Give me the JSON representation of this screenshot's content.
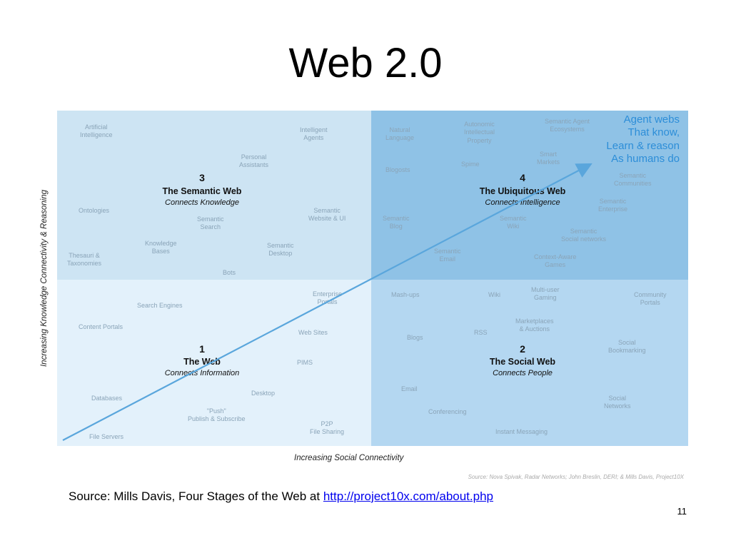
{
  "slide": {
    "title": "Web 2.0",
    "page_number": "11",
    "source_text": "Source: Mills Davis, Four Stages of the Web at ",
    "source_link": "http://project10x.com/about.php",
    "credit": "Source: Nova Spivak, Radar Networks; John Breslin, DERI; & Mills Davis, Project10X"
  },
  "axes": {
    "y_label": "Increasing Knowledge Connectivity & Reasoning",
    "x_label": "Increasing Social Connectivity"
  },
  "quadrants": {
    "q3": {
      "number": "3",
      "name": "The Semantic Web",
      "sub": "Connects Knowledge"
    },
    "q4": {
      "number": "4",
      "name": "The Ubiquitous Web",
      "sub": "Connects Intelligence"
    },
    "q1": {
      "number": "1",
      "name": "The Web",
      "sub": "Connects Information"
    },
    "q2": {
      "number": "2",
      "name": "The Social Web",
      "sub": "Connects People"
    }
  },
  "agent_text": [
    "Agent webs",
    "That know,",
    "Learn & reason",
    "As humans do"
  ],
  "items": {
    "artificial_intelligence": "Artificial\nIntelligence",
    "intelligent_agents": "Intelligent\nAgents",
    "personal_assistants": "Personal\nAssistants",
    "ontologies": "Ontologies",
    "semantic_search": "Semantic\nSearch",
    "semantic_website_ui": "Semantic\nWebsite & UI",
    "knowledge_bases": "Knowledge\nBases",
    "semantic_desktop": "Semantic\nDesktop",
    "thesauri_taxonomies": "Thesauri &\nTaxonomies",
    "bots": "Bots",
    "natural_language": "Natural\nLanguage",
    "autonomic_ip": "Autonomic\nIntellectual\nProperty",
    "semantic_agent_ecosystems": "Semantic Agent\nEcosystems",
    "smart_markets": "Smart\nMarkets",
    "blogosts": "Blogosts",
    "spime": "Spime",
    "semantic_communities": "Semantic\nCommunities",
    "semantic_enterprise": "Semantic\nEnterprise",
    "semantic_blog": "Semantic\nBlog",
    "semantic_wiki": "Semantic\nWiki",
    "semantic_social_networks": "Semantic\nSocial networks",
    "semantic_email": "Semantic\nEmail",
    "context_aware_games": "Context-Aware\nGames",
    "enterprise_portals": "Enterprise\nPortals",
    "search_engines": "Search Engines",
    "content_portals": "Content Portals",
    "web_sites": "Web Sites",
    "pims": "PIMS",
    "databases": "Databases",
    "desktop": "Desktop",
    "push_publish": "\"Push\"\nPublish & Subscribe",
    "p2p_file_sharing": "P2P\nFile Sharing",
    "file_servers": "File Servers",
    "mash_ups": "Mash-ups",
    "wiki": "Wiki",
    "multi_user_gaming": "Multi-user\nGaming",
    "community_portals": "Community\nPortals",
    "marketplaces_auctions": "Marketplaces\n& Auctions",
    "blogs": "Blogs",
    "rss": "RSS",
    "social_bookmarking": "Social\nBookmarking",
    "email": "Email",
    "conferencing": "Conferencing",
    "social_networks": "Social\nNetworks",
    "instant_messaging": "Instant Messaging"
  },
  "colors": {
    "q3": "#cde4f3",
    "q4": "#8fc2e6",
    "q1": "#e3f1fb",
    "q2": "#b4d7f1",
    "arrow": "#5aa6dc",
    "agent_text": "#2d8ed8"
  }
}
